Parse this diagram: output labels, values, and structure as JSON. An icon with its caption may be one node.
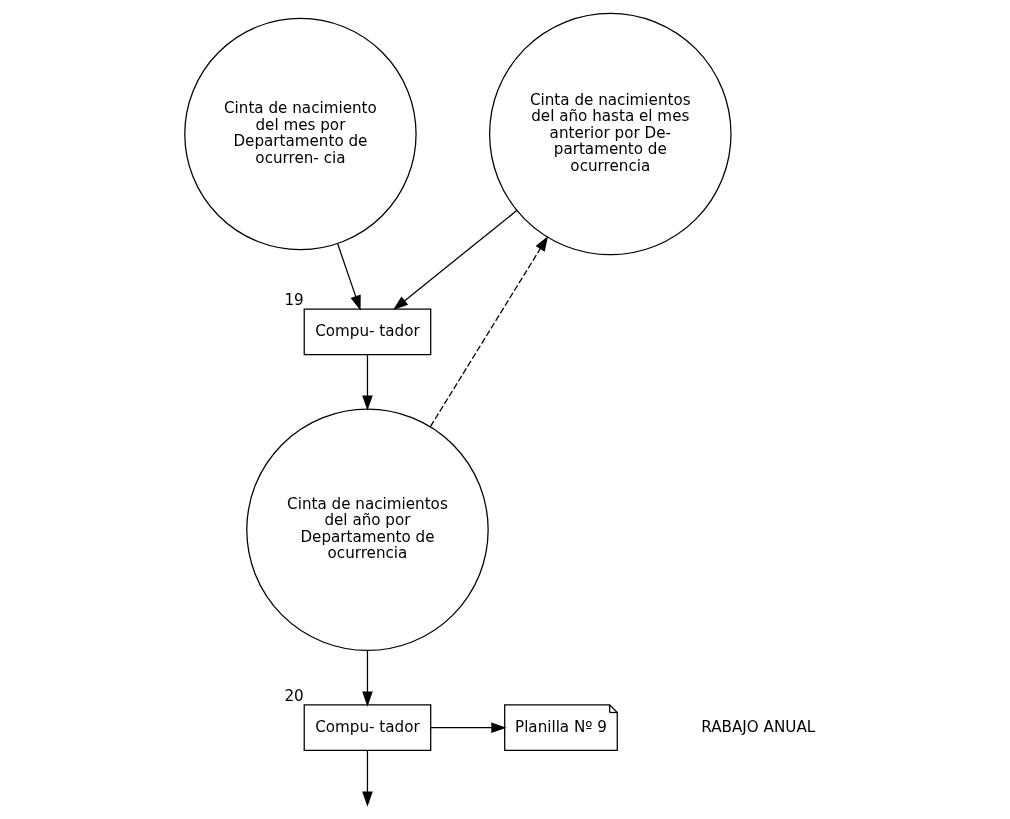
{
  "diagram": {
    "nodes": [
      {
        "text": [
          "Cinta de nacimiento del mes por Departamento de ocurren- cia"
        ]
      },
      {
        "text": [
          "Cinta de nacimientos del año hasta el mes anterior por De- partamento de ocurrencia"
        ]
      },
      {
        "text": [
          "Compu- tador"
        ],
        "beside": [
          "19"
        ]
      },
      {
        "text": [
          "Cinta de nacimientos del año por Departamento de ocurrencia"
        ]
      },
      {
        "text": [
          "Compu- tador"
        ],
        "beside": [
          "20"
        ]
      },
      {
        "text": [
          "Planilla Nº 9"
        ]
      }
    ],
    "edges": [
      {
        "from": 0,
        "to": 2,
        "arrow": "to"
      },
      {
        "from": 1,
        "to": 2,
        "arrow": "to"
      },
      {
        "from": 2,
        "to": 3,
        "arrow": "to"
      },
      {
        "from": 3,
        "to": 1,
        "arrow": "to",
        "style": "dashed"
      },
      {
        "from": 3,
        "to": 4,
        "arrow": "to"
      },
      {
        "from": 4,
        "to": 5,
        "arrow": "to"
      },
      {
        "from": 4,
        "to": null,
        "arrow": "to"
      }
    ],
    "labels": [
      "RABAJO ANUAL"
    ]
  }
}
